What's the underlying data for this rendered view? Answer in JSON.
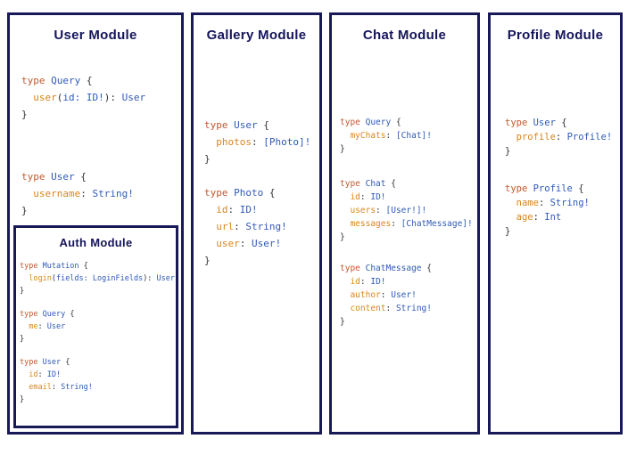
{
  "colors": {
    "border": "#191958",
    "title": "#15155c",
    "keyword": "#c05a2e",
    "typename": "#2f5bb5",
    "field": "#d8861f",
    "punct": "#333333"
  },
  "modules": {
    "user": {
      "title": "User Module",
      "blocks": [
        [
          [
            {
              "c": "k",
              "t": "type "
            },
            {
              "c": "b",
              "t": "Query "
            },
            {
              "c": "p",
              "t": "{"
            }
          ],
          [
            {
              "c": "f",
              "t": "  user"
            },
            {
              "c": "p",
              "t": "("
            },
            {
              "c": "b",
              "t": "id: ID!"
            },
            {
              "c": "p",
              "t": "): "
            },
            {
              "c": "b",
              "t": "User"
            }
          ],
          [
            {
              "c": "p",
              "t": "}"
            }
          ]
        ],
        [
          [
            {
              "c": "k",
              "t": "type "
            },
            {
              "c": "b",
              "t": "User "
            },
            {
              "c": "p",
              "t": "{"
            }
          ],
          [
            {
              "c": "f",
              "t": "  username"
            },
            {
              "c": "p",
              "t": ": "
            },
            {
              "c": "b",
              "t": "String!"
            }
          ],
          [
            {
              "c": "p",
              "t": "}"
            }
          ]
        ]
      ]
    },
    "auth": {
      "title": "Auth Module",
      "blocks": [
        [
          [
            {
              "c": "k",
              "t": "type "
            },
            {
              "c": "b",
              "t": "Mutation "
            },
            {
              "c": "p",
              "t": "{"
            }
          ],
          [
            {
              "c": "f",
              "t": "  login"
            },
            {
              "c": "p",
              "t": "("
            },
            {
              "c": "b",
              "t": "fields: LoginFields"
            },
            {
              "c": "p",
              "t": "): "
            },
            {
              "c": "b",
              "t": "User"
            }
          ],
          [
            {
              "c": "p",
              "t": "}"
            }
          ]
        ],
        [
          [
            {
              "c": "k",
              "t": "type "
            },
            {
              "c": "b",
              "t": "Query "
            },
            {
              "c": "p",
              "t": "{"
            }
          ],
          [
            {
              "c": "f",
              "t": "  me"
            },
            {
              "c": "p",
              "t": ": "
            },
            {
              "c": "b",
              "t": "User"
            }
          ],
          [
            {
              "c": "p",
              "t": "}"
            }
          ]
        ],
        [
          [
            {
              "c": "k",
              "t": "type "
            },
            {
              "c": "b",
              "t": "User "
            },
            {
              "c": "p",
              "t": "{"
            }
          ],
          [
            {
              "c": "f",
              "t": "  id"
            },
            {
              "c": "p",
              "t": ": "
            },
            {
              "c": "b",
              "t": "ID!"
            }
          ],
          [
            {
              "c": "f",
              "t": "  email"
            },
            {
              "c": "p",
              "t": ": "
            },
            {
              "c": "b",
              "t": "String!"
            }
          ],
          [
            {
              "c": "p",
              "t": "}"
            }
          ]
        ]
      ]
    },
    "gallery": {
      "title": "Gallery Module",
      "blocks": [
        [
          [
            {
              "c": "k",
              "t": "type "
            },
            {
              "c": "b",
              "t": "User "
            },
            {
              "c": "p",
              "t": "{"
            }
          ],
          [
            {
              "c": "f",
              "t": "  photos"
            },
            {
              "c": "p",
              "t": ": "
            },
            {
              "c": "b",
              "t": "[Photo]!"
            }
          ],
          [
            {
              "c": "p",
              "t": "}"
            }
          ]
        ],
        [
          [
            {
              "c": "k",
              "t": "type "
            },
            {
              "c": "b",
              "t": "Photo "
            },
            {
              "c": "p",
              "t": "{"
            }
          ],
          [
            {
              "c": "f",
              "t": "  id"
            },
            {
              "c": "p",
              "t": ": "
            },
            {
              "c": "b",
              "t": "ID!"
            }
          ],
          [
            {
              "c": "f",
              "t": "  url"
            },
            {
              "c": "p",
              "t": ": "
            },
            {
              "c": "b",
              "t": "String!"
            }
          ],
          [
            {
              "c": "f",
              "t": "  user"
            },
            {
              "c": "p",
              "t": ": "
            },
            {
              "c": "b",
              "t": "User!"
            }
          ],
          [
            {
              "c": "p",
              "t": "}"
            }
          ]
        ]
      ]
    },
    "chat": {
      "title": "Chat Module",
      "blocks": [
        [
          [
            {
              "c": "k",
              "t": "type "
            },
            {
              "c": "b",
              "t": "Query "
            },
            {
              "c": "p",
              "t": "{"
            }
          ],
          [
            {
              "c": "f",
              "t": "  myChats"
            },
            {
              "c": "p",
              "t": ": "
            },
            {
              "c": "b",
              "t": "[Chat]!"
            }
          ],
          [
            {
              "c": "p",
              "t": "}"
            }
          ]
        ],
        [
          [
            {
              "c": "k",
              "t": "type "
            },
            {
              "c": "b",
              "t": "Chat "
            },
            {
              "c": "p",
              "t": "{"
            }
          ],
          [
            {
              "c": "f",
              "t": "  id"
            },
            {
              "c": "p",
              "t": ": "
            },
            {
              "c": "b",
              "t": "ID!"
            }
          ],
          [
            {
              "c": "f",
              "t": "  users"
            },
            {
              "c": "p",
              "t": ": "
            },
            {
              "c": "b",
              "t": "[User!]!"
            }
          ],
          [
            {
              "c": "f",
              "t": "  messages"
            },
            {
              "c": "p",
              "t": ": "
            },
            {
              "c": "b",
              "t": "[ChatMessage]!"
            }
          ],
          [
            {
              "c": "p",
              "t": "}"
            }
          ]
        ],
        [
          [
            {
              "c": "k",
              "t": "type "
            },
            {
              "c": "b",
              "t": "ChatMessage "
            },
            {
              "c": "p",
              "t": "{"
            }
          ],
          [
            {
              "c": "f",
              "t": "  id"
            },
            {
              "c": "p",
              "t": ": "
            },
            {
              "c": "b",
              "t": "ID!"
            }
          ],
          [
            {
              "c": "f",
              "t": "  author"
            },
            {
              "c": "p",
              "t": ": "
            },
            {
              "c": "b",
              "t": "User!"
            }
          ],
          [
            {
              "c": "f",
              "t": "  content"
            },
            {
              "c": "p",
              "t": ": "
            },
            {
              "c": "b",
              "t": "String!"
            }
          ],
          [
            {
              "c": "p",
              "t": "}"
            }
          ]
        ]
      ]
    },
    "profile": {
      "title": "Profile Module",
      "blocks": [
        [
          [
            {
              "c": "k",
              "t": "type "
            },
            {
              "c": "b",
              "t": "User "
            },
            {
              "c": "p",
              "t": "{"
            }
          ],
          [
            {
              "c": "f",
              "t": "  profile"
            },
            {
              "c": "p",
              "t": ": "
            },
            {
              "c": "b",
              "t": "Profile!"
            }
          ],
          [
            {
              "c": "p",
              "t": "}"
            }
          ]
        ],
        [
          [
            {
              "c": "k",
              "t": "type "
            },
            {
              "c": "b",
              "t": "Profile "
            },
            {
              "c": "p",
              "t": "{"
            }
          ],
          [
            {
              "c": "f",
              "t": "  name"
            },
            {
              "c": "p",
              "t": ": "
            },
            {
              "c": "b",
              "t": "String!"
            }
          ],
          [
            {
              "c": "f",
              "t": "  age"
            },
            {
              "c": "p",
              "t": ": "
            },
            {
              "c": "b",
              "t": "Int"
            }
          ],
          [
            {
              "c": "p",
              "t": "}"
            }
          ]
        ]
      ]
    }
  }
}
